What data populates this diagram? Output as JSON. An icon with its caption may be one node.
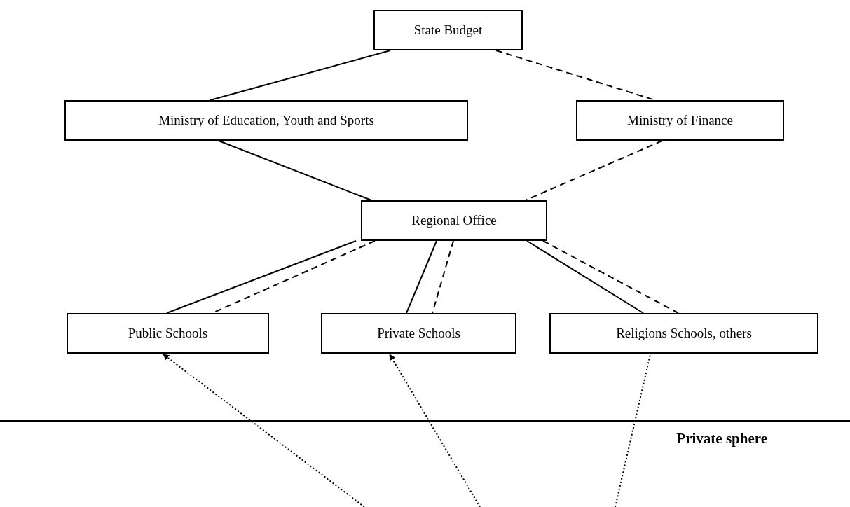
{
  "diagram": {
    "nodes": [
      {
        "text": [
          "State Budget"
        ]
      },
      {
        "text": [
          "Ministry of Education, Youth and Sports"
        ]
      },
      {
        "text": [
          "Ministry of Finance"
        ]
      },
      {
        "text": [
          "Regional Office"
        ]
      },
      {
        "text": [
          "Public Schools"
        ]
      },
      {
        "text": [
          "Private Schools"
        ]
      },
      {
        "text": [
          "Religions Schools, others"
        ]
      }
    ],
    "edges": [
      {
        "from": 0,
        "to": 1,
        "arrow": "none"
      },
      {
        "from": 0,
        "to": 2,
        "arrow": "none",
        "style": "dashed"
      },
      {
        "from": 1,
        "to": 3,
        "arrow": "none"
      },
      {
        "from": 2,
        "to": 3,
        "arrow": "none",
        "style": "dashed"
      },
      {
        "from": 3,
        "to": 4,
        "arrow": "none"
      },
      {
        "from": 3,
        "to": 4,
        "arrow": "none",
        "style": "dashed"
      },
      {
        "from": 3,
        "to": 5,
        "arrow": "none"
      },
      {
        "from": 3,
        "to": 5,
        "arrow": "none",
        "style": "dashed"
      },
      {
        "from": 3,
        "to": 6,
        "arrow": "none"
      },
      {
        "from": 3,
        "to": 6,
        "arrow": "none",
        "style": "dashed"
      },
      {
        "from": null,
        "to": 4,
        "arrow": "to",
        "style": "dashed"
      },
      {
        "from": null,
        "to": 5,
        "arrow": "to",
        "style": "dashed"
      },
      {
        "from": null,
        "to": 6,
        "arrow": "none",
        "style": "dashed"
      }
    ],
    "labels": [
      "Private sphere"
    ]
  }
}
